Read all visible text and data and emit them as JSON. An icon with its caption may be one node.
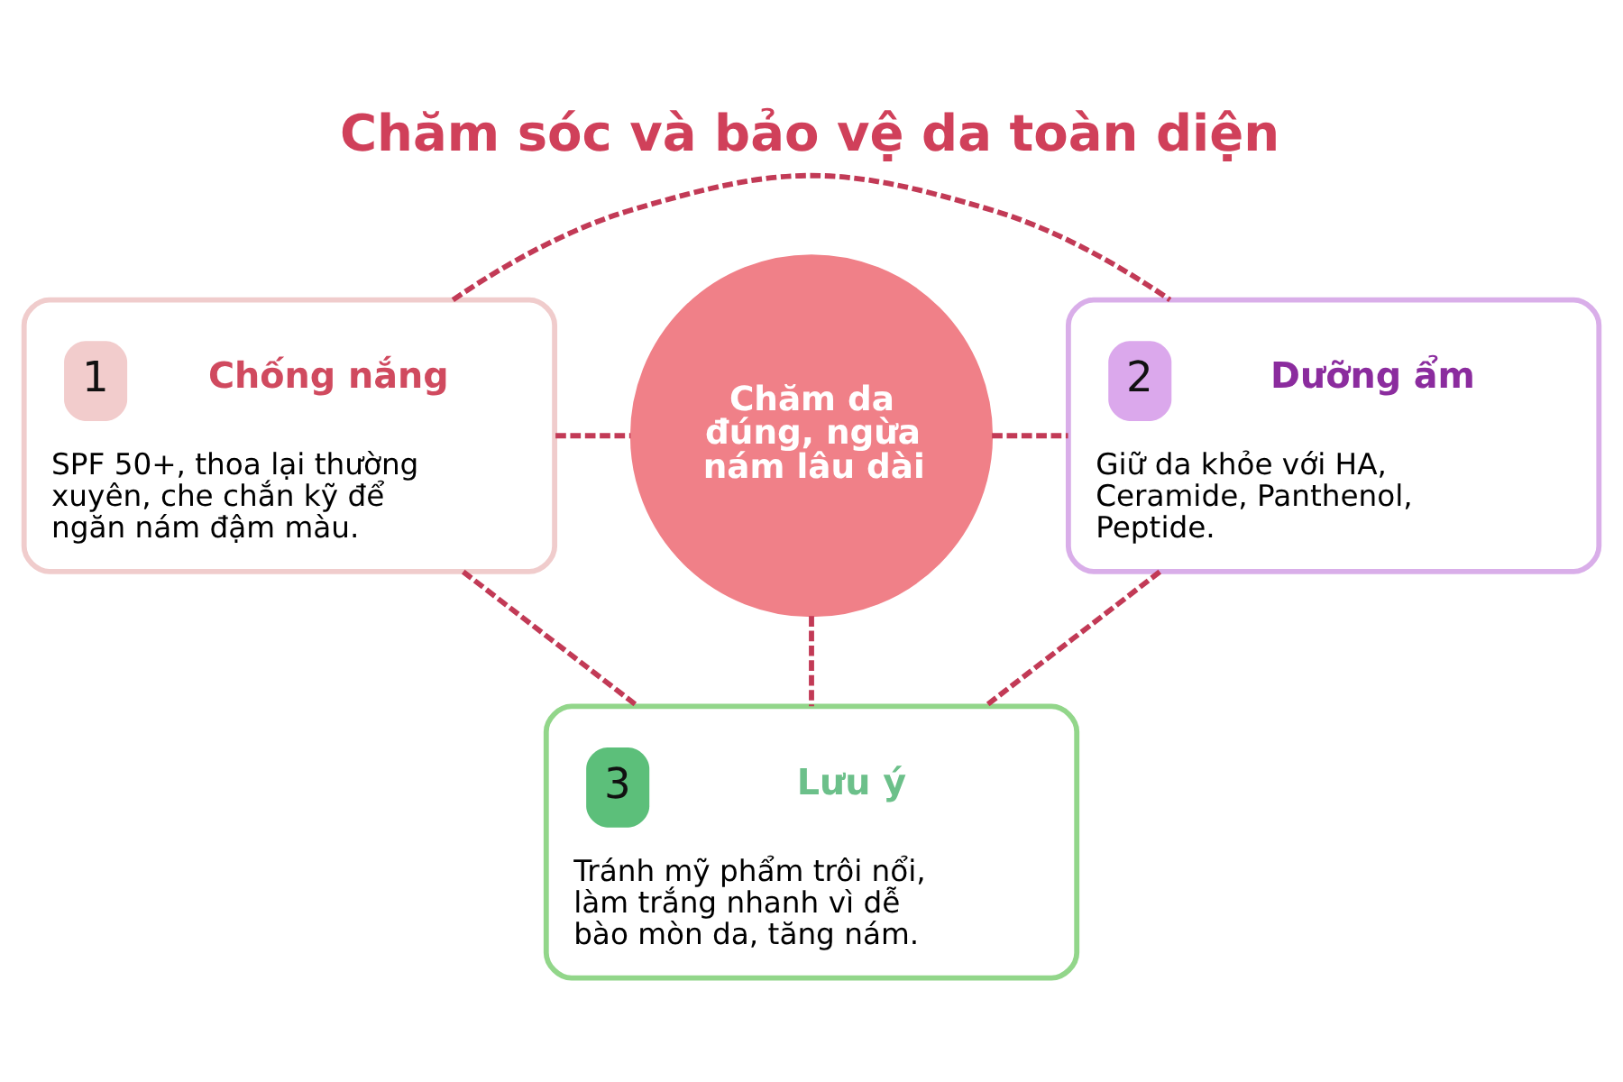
{
  "diagram": {
    "title": "Chăm sóc và bảo vệ da toàn diện",
    "nodes": [
      {
        "text": [
          "1",
          "Chống nắng",
          "SPF 50+, thoa lại thường xuyên, che chắn kỹ để ngăn nám đậm màu."
        ]
      },
      {
        "text": [
          "2",
          "Dưỡng ẩm",
          "Giữ da khỏe với HA, Ceramide, Panthenol, Peptide."
        ]
      },
      {
        "text": [
          "Chăm da đúng, ngừa nám lâu dài"
        ]
      },
      {
        "text": [
          "3",
          "Lưu ý",
          "Tránh mỹ phẩm trôi nổi, làm trắng nhanh vì dễ bào mòn da, tăng nám."
        ]
      }
    ],
    "edges": [
      {
        "from": 0,
        "to": 2,
        "arrow": "none",
        "style": "dashed"
      },
      {
        "from": 2,
        "to": 1,
        "arrow": "none",
        "style": "dashed"
      },
      {
        "from": 2,
        "to": 3,
        "arrow": "none",
        "style": "dashed"
      },
      {
        "from": 0,
        "to": 1,
        "arrow": "none",
        "style": "dashed"
      },
      {
        "from": 0,
        "to": 3,
        "arrow": "none",
        "style": "dashed"
      },
      {
        "from": 1,
        "to": 3,
        "arrow": "none",
        "style": "dashed"
      }
    ]
  }
}
